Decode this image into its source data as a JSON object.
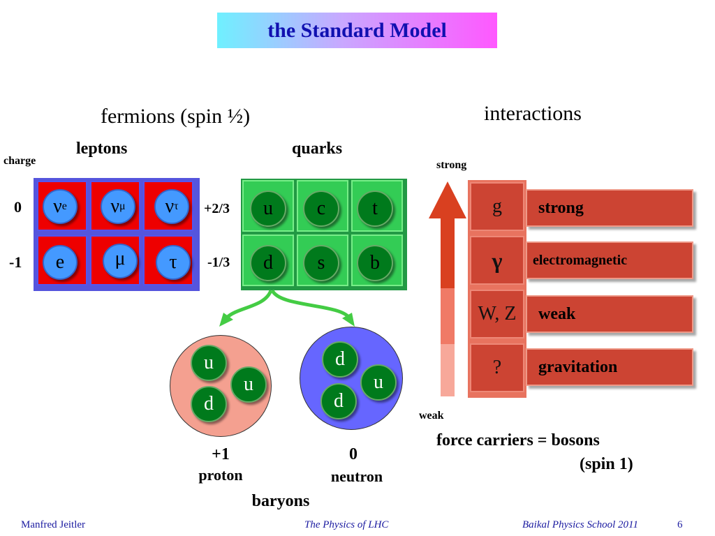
{
  "title": "the Standard Model",
  "fermions": {
    "heading": "fermions (spin ½)",
    "leptons_label": "leptons",
    "quarks_label": "quarks",
    "charge_label": "charge",
    "lepton_charges": [
      "0",
      "-1"
    ],
    "quark_charges": [
      "+2/3",
      "-1/3"
    ],
    "leptons": {
      "row1": [
        {
          "main": "ν",
          "sub": "e"
        },
        {
          "main": "ν",
          "sub": "μ"
        },
        {
          "main": "ν",
          "sub": "τ"
        }
      ],
      "row2": [
        "e",
        "μ",
        "τ"
      ]
    },
    "quarks": {
      "row1": [
        "u",
        "c",
        "t"
      ],
      "row2": [
        "d",
        "s",
        "b"
      ]
    }
  },
  "baryons": {
    "label": "baryons",
    "proton": {
      "quarks": [
        "u",
        "u",
        "d"
      ],
      "charge": "+1",
      "name": "proton"
    },
    "neutron": {
      "quarks": [
        "d",
        "u",
        "d"
      ],
      "charge": "0",
      "name": "neutron"
    }
  },
  "interactions": {
    "heading": "interactions",
    "scale_top": "strong",
    "scale_bottom": "weak",
    "rows": [
      {
        "boson": "g",
        "force": "strong"
      },
      {
        "boson": "γ",
        "force": "electromagnetic"
      },
      {
        "boson": "W, Z",
        "force": "weak"
      },
      {
        "boson": "?",
        "force": "gravitation"
      }
    ],
    "caption_line1": "force carriers = bosons",
    "caption_line2": "(spin 1)"
  },
  "footer": {
    "author": "Manfred Jeitler",
    "talk": "The Physics of LHC",
    "event": "Baikal Physics School 2011",
    "page": "6"
  },
  "colors": {
    "title_text": "#1010b0",
    "lepton_cell": "#ee0000",
    "lepton_ball": "#4499ff",
    "quark_cell": "#33cc55",
    "quark_ball": "#007a1c",
    "proton": "#f4a090",
    "neutron": "#6666ff",
    "boson": "#cc4433",
    "footer_text": "#1a1aa0"
  }
}
